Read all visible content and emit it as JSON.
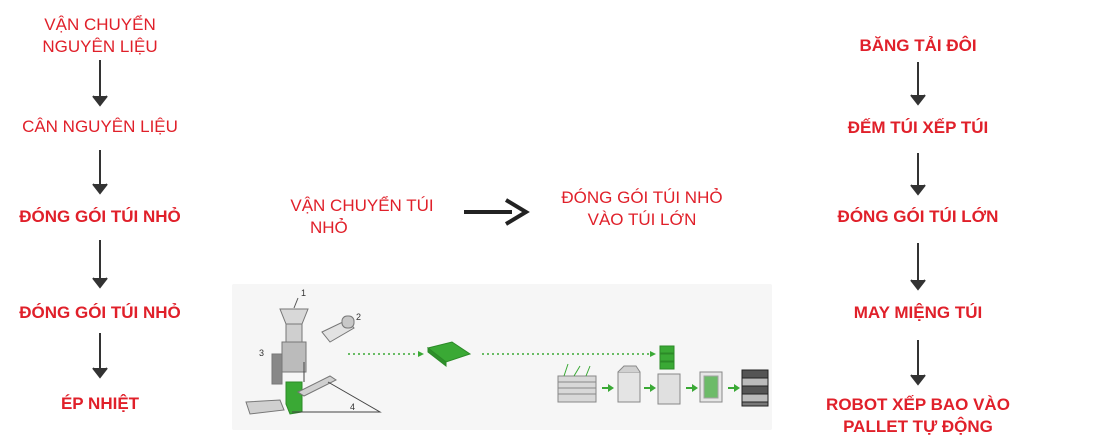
{
  "left_column": [
    {
      "line1": "VẬN CHUYỂN",
      "line2": "NGUYÊN LIỆU"
    },
    {
      "line1": "CÂN NGUYÊN LIỆU"
    },
    {
      "line1": "ĐÓNG GÓI TÚI NHỎ"
    },
    {
      "line1": "ĐÓNG GÓI TÚI NHỎ"
    },
    {
      "line1": "ÉP NHIỆT"
    }
  ],
  "middle": {
    "left_label_line1": "VẬN CHUYỂN TÚI",
    "left_label_line2": "NHỎ",
    "right_label_line1": "ĐÓNG GÓI TÚI NHỎ",
    "right_label_line2": "VÀO TÚI LỚN"
  },
  "right_column": [
    {
      "line1": "BĂNG TẢI ĐÔI"
    },
    {
      "line1": "ĐẾM TÚI XẾP TÚI"
    },
    {
      "line1": "ĐÓNG GÓI TÚI LỚN"
    },
    {
      "line1": "MAY MIỆNG TÚI"
    },
    {
      "line1": "ROBOT XẾP BAO VÀO",
      "line2": "PALLET TỰ ĐỘNG"
    }
  ],
  "illustration": {
    "callouts": [
      "1",
      "2",
      "3",
      "4"
    ]
  },
  "colors": {
    "label": "#e0202a",
    "arrow": "#333333",
    "bag_green": "#3aa935"
  }
}
